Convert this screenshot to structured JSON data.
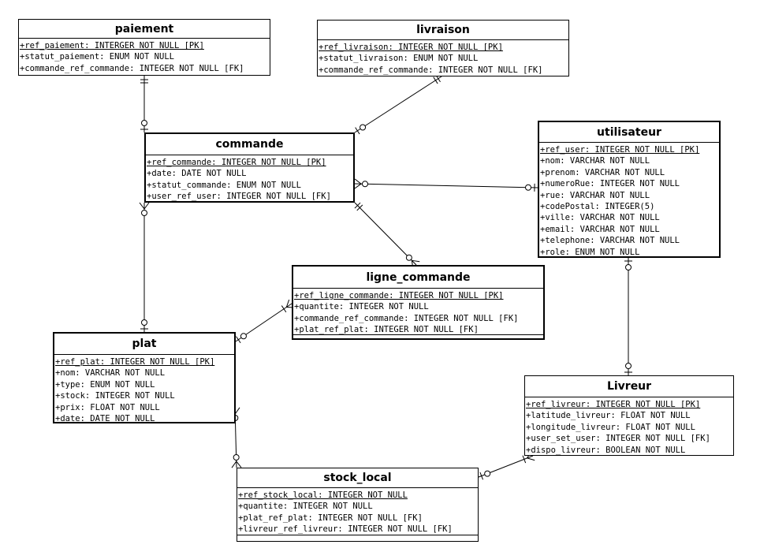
{
  "entities": {
    "paiement": {
      "name": "paiement",
      "attributes": [
        "+ref_paiement: INTERGER NOT NULL [PK]",
        "+statut_paiement: ENUM NOT NULL",
        "+commande_ref_commande: INTEGER NOT NULL [FK]"
      ]
    },
    "livraison": {
      "name": "livraison",
      "attributes": [
        "+ref_livraison: INTEGER NOT NULL [PK]",
        "+statut_livraison: ENUM NOT NULL",
        "+commande_ref_commande: INTEGER NOT NULL [FK]"
      ]
    },
    "commande": {
      "name": "commande",
      "attributes": [
        "+ref_commande: INTEGER NOT NULL [PK]",
        "+date: DATE NOT NULL",
        "+statut_commande: ENUM NOT NULL",
        "+user_ref_user: INTEGER NOT NULL [FK]"
      ]
    },
    "utilisateur": {
      "name": "utilisateur",
      "attributes": [
        "+ref_user: INTEGER NOT NULL [PK]",
        "+nom: VARCHAR NOT NULL",
        "+prenom: VARCHAR NOT NULL",
        "+numeroRue: INTEGER NOT NULL",
        "+rue: VARCHAR NOT NULL",
        "+codePostal: INTEGER(5)",
        "+ville: VARCHAR NOT NULL",
        "+email: VARCHAR NOT NULL",
        "+telephone: VARCHAR NOT NULL",
        "+role: ENUM NOT NULL"
      ]
    },
    "ligne_commande": {
      "name": "ligne_commande",
      "attributes": [
        "+ref_ligne_commande: INTEGER NOT NULL [PK]",
        "+quantite: INTEGER NOT NULL",
        "+commande_ref_commande: INTEGER NOT NULL [FK]",
        "+plat_ref_plat: INTEGER NOT NULL [FK]"
      ]
    },
    "plat": {
      "name": "plat",
      "attributes": [
        "+ref_plat: INTEGER NOT NULL [PK]",
        "+nom: VARCHAR NOT NULL",
        "+type: ENUM NOT NULL",
        "+stock: INTEGER NOT NULL",
        "+prix: FLOAT NOT NULL",
        "+date: DATE NOT NULL"
      ]
    },
    "livreur": {
      "name": "Livreur",
      "attributes": [
        "+ref_livreur: INTEGER NOT NULL [PK]",
        "+latitude_livreur: FLOAT NOT NULL",
        "+longitude_livreur: FLOAT NOT NULL",
        "+user_set_user: INTEGER NOT NULL [FK]",
        "+dispo_livreur: BOOLEAN NOT NULL"
      ]
    },
    "stock_local": {
      "name": "stock_local",
      "attributes": [
        "+ref_stock_local: INTEGER NOT NULL",
        "+quantite: INTEGER NOT NULL",
        "+plat_ref_plat: INTEGER NOT NULL [FK]",
        "+livreur_ref_livreur: INTEGER NOT NULL [FK]"
      ]
    }
  },
  "relationships": [
    {
      "from": "paiement",
      "to": "commande",
      "from_end": "one",
      "to_end": "zero-or-one"
    },
    {
      "from": "livraison",
      "to": "commande",
      "from_end": "one",
      "to_end": "zero-or-one"
    },
    {
      "from": "commande",
      "to": "utilisateur",
      "from_end": "zero-or-many",
      "to_end": "zero-or-one"
    },
    {
      "from": "commande",
      "to": "ligne_commande",
      "from_end": "one",
      "to_end": "zero-or-many"
    },
    {
      "from": "commande",
      "to": "plat",
      "from_end": "zero-or-many",
      "to_end": "zero-or-one"
    },
    {
      "from": "ligne_commande",
      "to": "plat",
      "from_end": "one-or-many",
      "to_end": "zero-or-one"
    },
    {
      "from": "utilisateur",
      "to": "livreur",
      "from_end": "one-or-zero",
      "to_end": "zero-or-one"
    },
    {
      "from": "plat",
      "to": "stock_local",
      "from_end": "zero-or-many",
      "to_end": "zero-or-many"
    },
    {
      "from": "livreur",
      "to": "stock_local",
      "from_end": "one-or-many",
      "to_end": "one-or-zero"
    }
  ]
}
